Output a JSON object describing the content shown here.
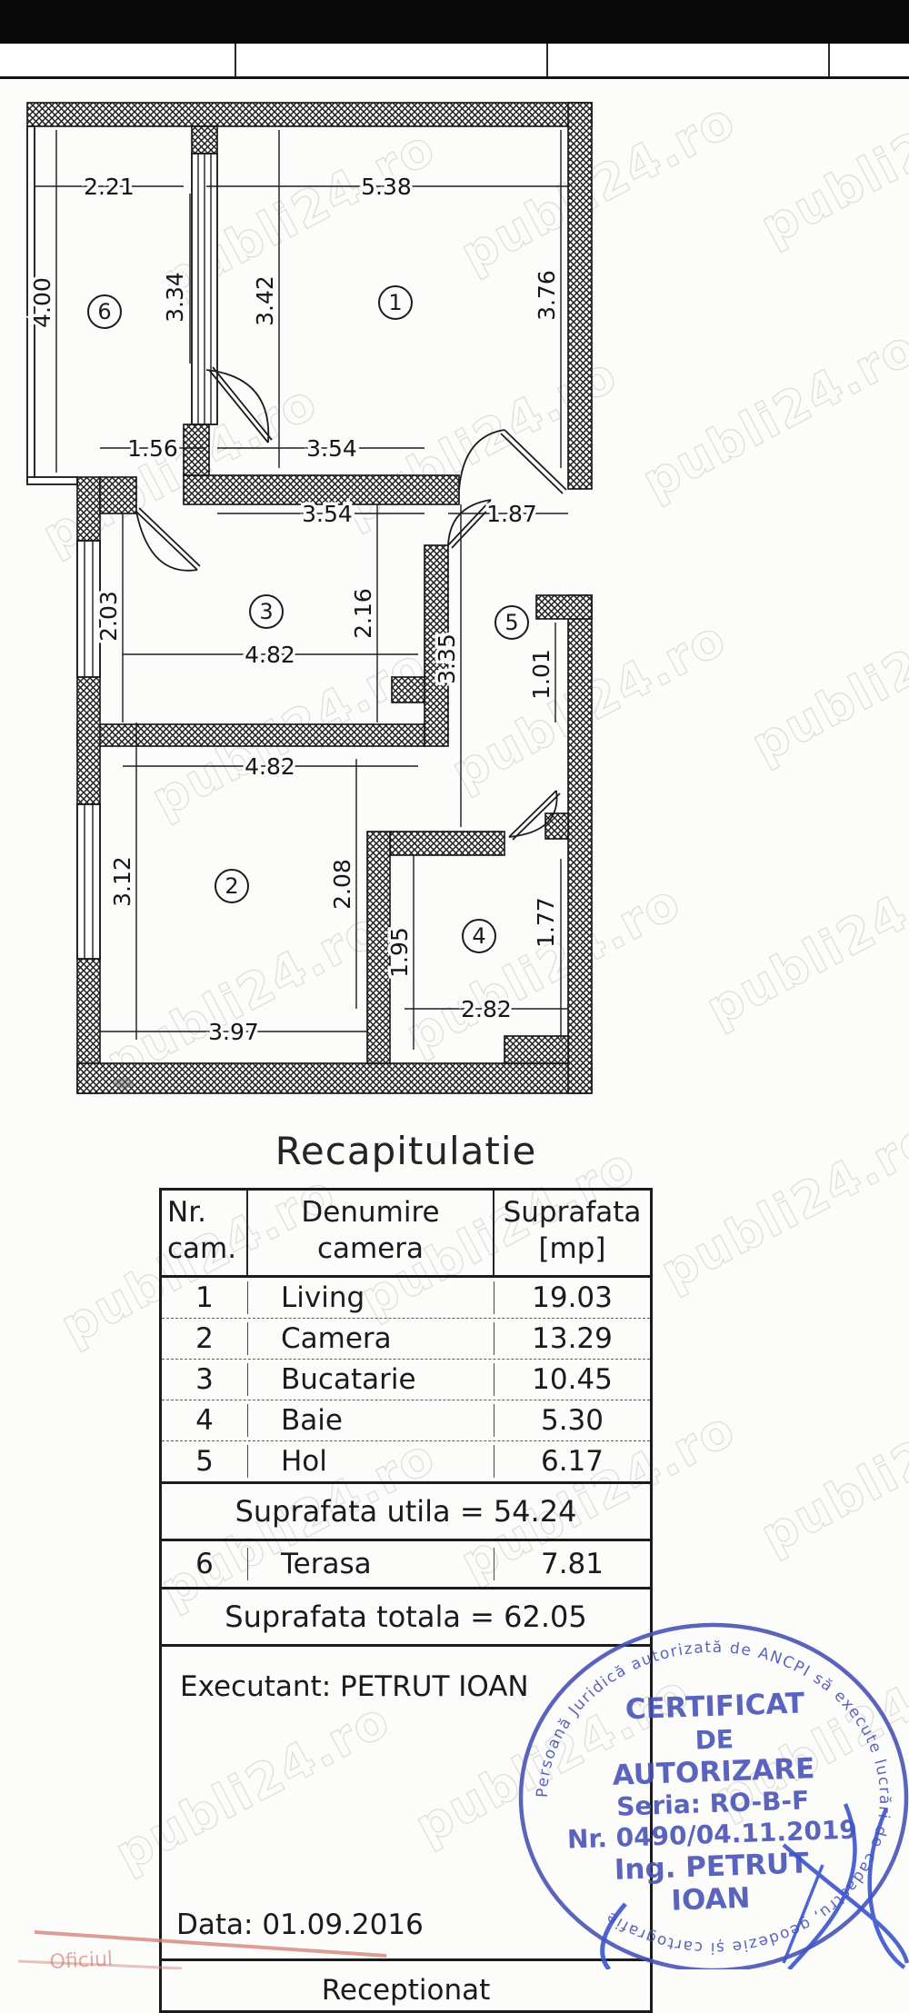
{
  "watermark": {
    "text": "publi24.ro"
  },
  "plan": {
    "rooms": {
      "r1": "1",
      "r2": "2",
      "r3": "3",
      "r4": "4",
      "r5": "5",
      "r6": "6"
    },
    "dims": {
      "w221": "2.21",
      "w538": "5.38",
      "w400": "4.00",
      "w334": "3.34",
      "w342": "3.42",
      "w376": "3.76",
      "w156": "1.56",
      "w354a": "3.54",
      "w354b": "3.54",
      "w187": "1.87",
      "w203": "2.03",
      "w216": "2.16",
      "w482a": "4.82",
      "w482b": "4.82",
      "w335": "3.35",
      "w101": "1.01",
      "w312": "3.12",
      "w208": "2.08",
      "w195": "1.95",
      "w177": "1.77",
      "w397": "3.97",
      "w282": "2.82"
    }
  },
  "title": "Recapitulatie",
  "table": {
    "headers": {
      "c1a": "Nr.",
      "c1b": "cam.",
      "c2a": "Denumire",
      "c2b": "camera",
      "c3a": "Suprafata",
      "c3b": "[mp]"
    },
    "rows": [
      {
        "nr": "1",
        "name": "Living",
        "area": "19.03"
      },
      {
        "nr": "2",
        "name": "Camera",
        "area": "13.29"
      },
      {
        "nr": "3",
        "name": "Bucatarie",
        "area": "10.45"
      },
      {
        "nr": "4",
        "name": "Baie",
        "area": "5.30"
      },
      {
        "nr": "5",
        "name": "Hol",
        "area": "6.17"
      }
    ],
    "utila": "Suprafata utila = 54.24",
    "terasa_row": {
      "nr": "6",
      "name": "Terasa",
      "area": "7.81"
    },
    "totala": "Suprafata totala = 62.05",
    "executant": "Executant: PETRUT IOAN",
    "data_line": "Data: 01.09.2016",
    "receptionat": "Receptionat"
  },
  "stamp": {
    "rim_text": "Persoană Juridică autorizată de ANCPI să execute lucrări de cadastru, geodezie și cartografie",
    "lines": [
      "CERTIFICAT",
      "DE",
      "AUTORIZARE",
      "Seria: RO-B-F",
      "Nr. 0490/04.11.2019",
      "Ing. PETRUT",
      "IOAN"
    ],
    "color": "#4550b4"
  },
  "colors": {
    "stamp_blue": "#4550b4",
    "pen_blue": "#3c55cc",
    "red_mark": "#d4837d",
    "ink": "#1b1b1b"
  }
}
